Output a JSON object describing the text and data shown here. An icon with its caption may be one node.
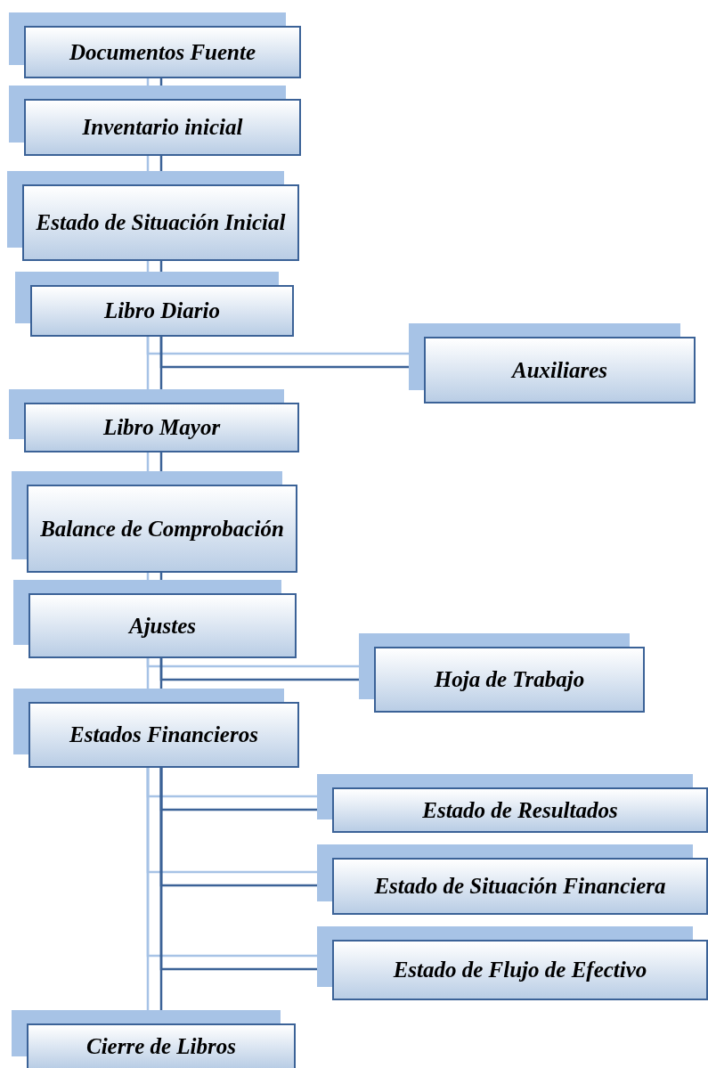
{
  "diagram": {
    "nodes": [
      {
        "text": [
          "Documentos Fuente"
        ]
      },
      {
        "text": [
          "Inventario inicial"
        ]
      },
      {
        "text": [
          "Estado de Situación Inicial"
        ]
      },
      {
        "text": [
          "Libro Diario"
        ]
      },
      {
        "text": [
          "Auxiliares"
        ]
      },
      {
        "text": [
          "Libro Mayor"
        ]
      },
      {
        "text": [
          "Balance de Comprobación"
        ]
      },
      {
        "text": [
          "Ajustes"
        ]
      },
      {
        "text": [
          "Hoja de Trabajo"
        ]
      },
      {
        "text": [
          "Estados Financieros"
        ]
      },
      {
        "text": [
          "Estado de Resultados"
        ]
      },
      {
        "text": [
          "Estado de Situación Financiera"
        ]
      },
      {
        "text": [
          "Estado de Flujo de Efectivo"
        ]
      },
      {
        "text": [
          "Cierre de Libros"
        ]
      }
    ],
    "edges": [
      {
        "from": 0,
        "to": 1,
        "arrow": "none"
      },
      {
        "from": 1,
        "to": 2,
        "arrow": "none"
      },
      {
        "from": 2,
        "to": 3,
        "arrow": "none"
      },
      {
        "from": 3,
        "to": 4,
        "arrow": "none"
      },
      {
        "from": 3,
        "to": 5,
        "arrow": "none"
      },
      {
        "from": 5,
        "to": 6,
        "arrow": "none"
      },
      {
        "from": 6,
        "to": 7,
        "arrow": "none"
      },
      {
        "from": 7,
        "to": 8,
        "arrow": "none"
      },
      {
        "from": 7,
        "to": 9,
        "arrow": "none"
      },
      {
        "from": 9,
        "to": 10,
        "arrow": "none"
      },
      {
        "from": 9,
        "to": 11,
        "arrow": "none"
      },
      {
        "from": 9,
        "to": 12,
        "arrow": "none"
      },
      {
        "from": 9,
        "to": 13,
        "arrow": "none"
      }
    ]
  }
}
